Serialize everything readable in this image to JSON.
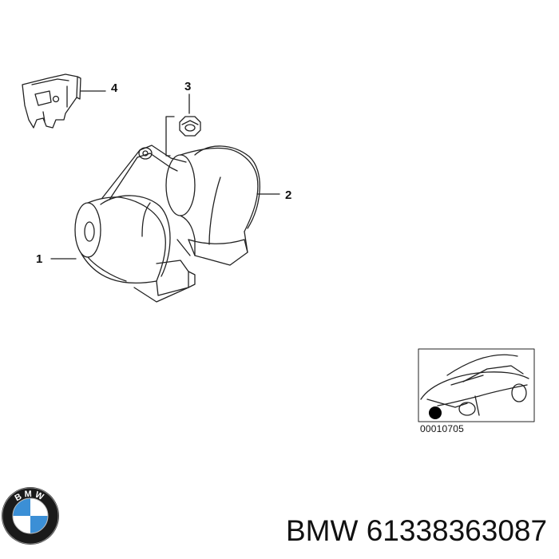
{
  "callouts": {
    "one": "1",
    "two": "2",
    "three": "3",
    "four": "4"
  },
  "inset": {
    "reference_code": "00010705"
  },
  "caption": {
    "brand": "BMW",
    "part_number": "61338363087"
  },
  "logo": {
    "letters": "BMW",
    "colors": {
      "blue": "#3b8fd6",
      "ring": "#1a1a1a",
      "white": "#ffffff"
    }
  },
  "colors": {
    "line": "#222222",
    "marker": "#000000"
  }
}
